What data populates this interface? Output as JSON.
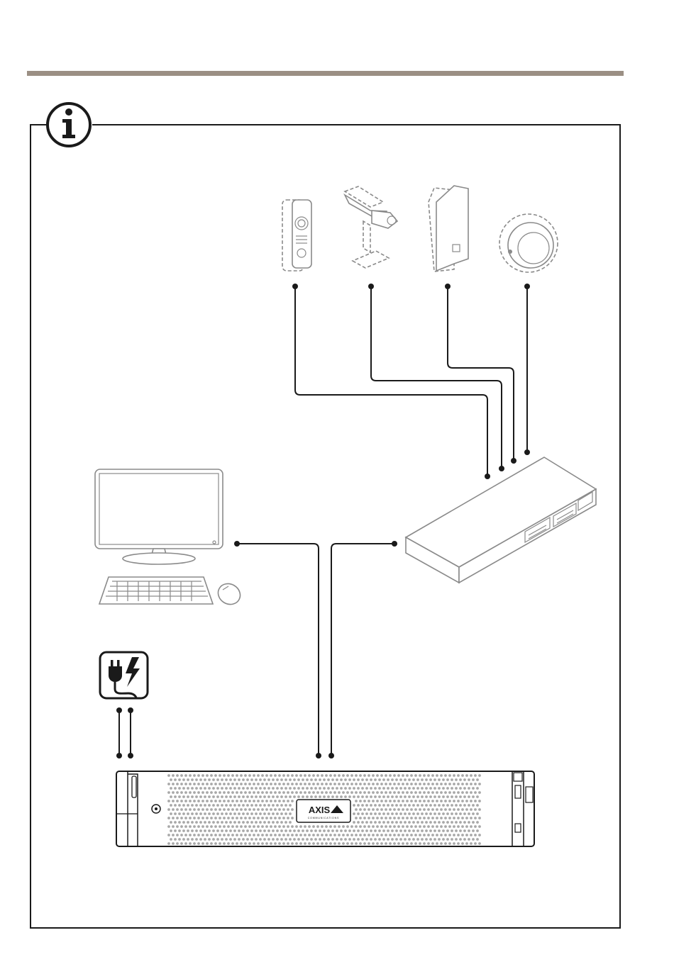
{
  "colors": {
    "rule": "#9b8f84",
    "line": "#1a1a1a",
    "device_outline": "#8a8a8a"
  },
  "icons": {
    "info": "info-icon",
    "power": "power-plug-icon"
  },
  "devices": [
    "door-station",
    "bullet-camera",
    "wall-mount-camera",
    "dome-camera",
    "network-switch",
    "workstation-monitor",
    "keyboard",
    "mouse",
    "recorder-server"
  ],
  "server": {
    "brand": "AXIS",
    "brand_sub": "COMMUNICATIONS"
  }
}
